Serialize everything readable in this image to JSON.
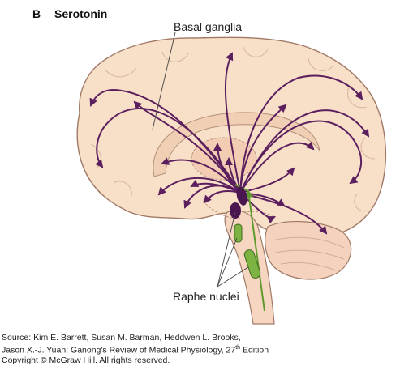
{
  "figure": {
    "panel_letter": "B",
    "title": "Serotonin",
    "labels": {
      "basal_ganglia": "Basal ganglia",
      "raphe_nuclei": "Raphe nuclei"
    },
    "colors": {
      "brain_fill": "#f8dfc8",
      "brain_outline": "#a07a66",
      "pathway": "#5c1f5e",
      "raphe_dark": "#4a1650",
      "raphe_green": "#7cb342",
      "green_outline": "#3e6b1e",
      "ascending_arrow": "#7cb342"
    }
  },
  "source": {
    "line1": "Source: Kim E. Barrett, Susan M. Barman, Heddwen L. Brooks,",
    "line2": "Jason X.-J. Yuan: Ganong's Review of Medical Physiology, 27",
    "line2_sup": "th",
    "line2_end": " Edition",
    "line3": "Copyright © McGraw Hill. All rights reserved."
  }
}
